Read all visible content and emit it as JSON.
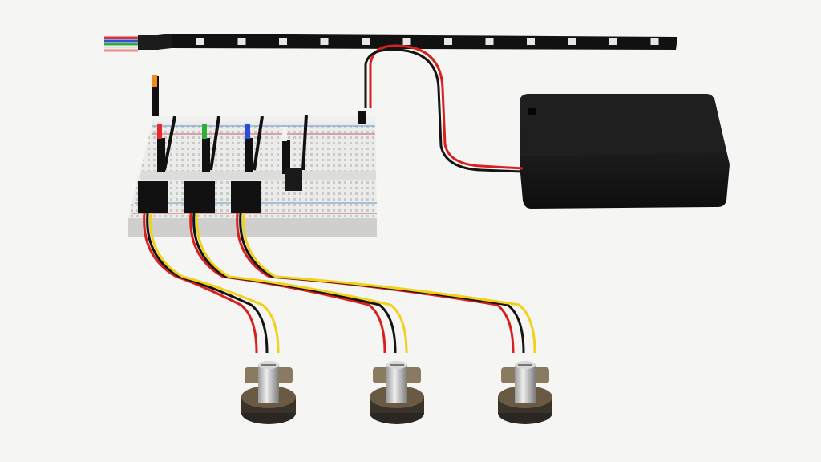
{
  "scene": {
    "background": "#f5f5f4",
    "components": [
      "led-strip",
      "battery-box",
      "breadboard",
      "potentiometer-1",
      "potentiometer-2",
      "potentiometer-3"
    ],
    "jumper_colors": [
      "#e8262b",
      "#2fae3a",
      "#2a4fd6",
      "#f2f2f2",
      "#f08a1c"
    ],
    "wire_colors": {
      "red": "#d8201f",
      "black": "#141414",
      "yellow": "#f1d11a"
    }
  }
}
